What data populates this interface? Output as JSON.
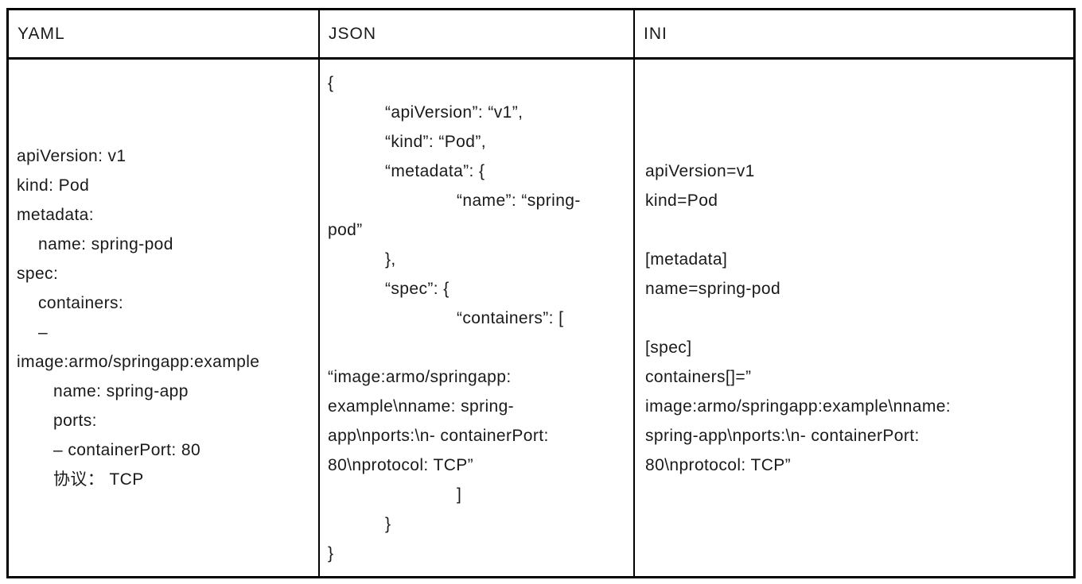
{
  "table": {
    "columns": {
      "yaml": {
        "header": "YAML",
        "lines": [
          "apiVersion: v1",
          "kind: Pod",
          "metadata:",
          "name: spring-pod",
          "spec:",
          "containers:",
          "–",
          "image:armo/springapp:example",
          "name: spring-app",
          "ports:",
          "– containerPort: 80",
          "协议： TCP"
        ]
      },
      "json": {
        "header": "JSON",
        "lines": [
          "{",
          "“apiVersion”: “v1”,",
          "“kind”: “Pod”,",
          "“metadata”: {",
          "“name”: “spring-",
          "pod”",
          "},",
          "“spec”: {",
          "“containers”: [",
          "",
          "“image:armo/springapp:",
          "example\\nname: spring-",
          "app\\nports:\\n- containerPort:",
          "80\\nprotocol: TCP”",
          "]",
          "}",
          "}"
        ]
      },
      "ini": {
        "header": "INI",
        "lines": [
          "apiVersion=v1",
          "kind=Pod",
          "",
          "[metadata]",
          "name=spring-pod",
          "",
          "[spec]",
          "containers[]=”",
          "image:armo/springapp:example\\nname:",
          "spring-app\\nports:\\n- containerPort:",
          "80\\nprotocol: TCP”"
        ]
      }
    },
    "colors": {
      "border": "#000000",
      "text": "#1a1a1a",
      "background": "#ffffff"
    }
  }
}
